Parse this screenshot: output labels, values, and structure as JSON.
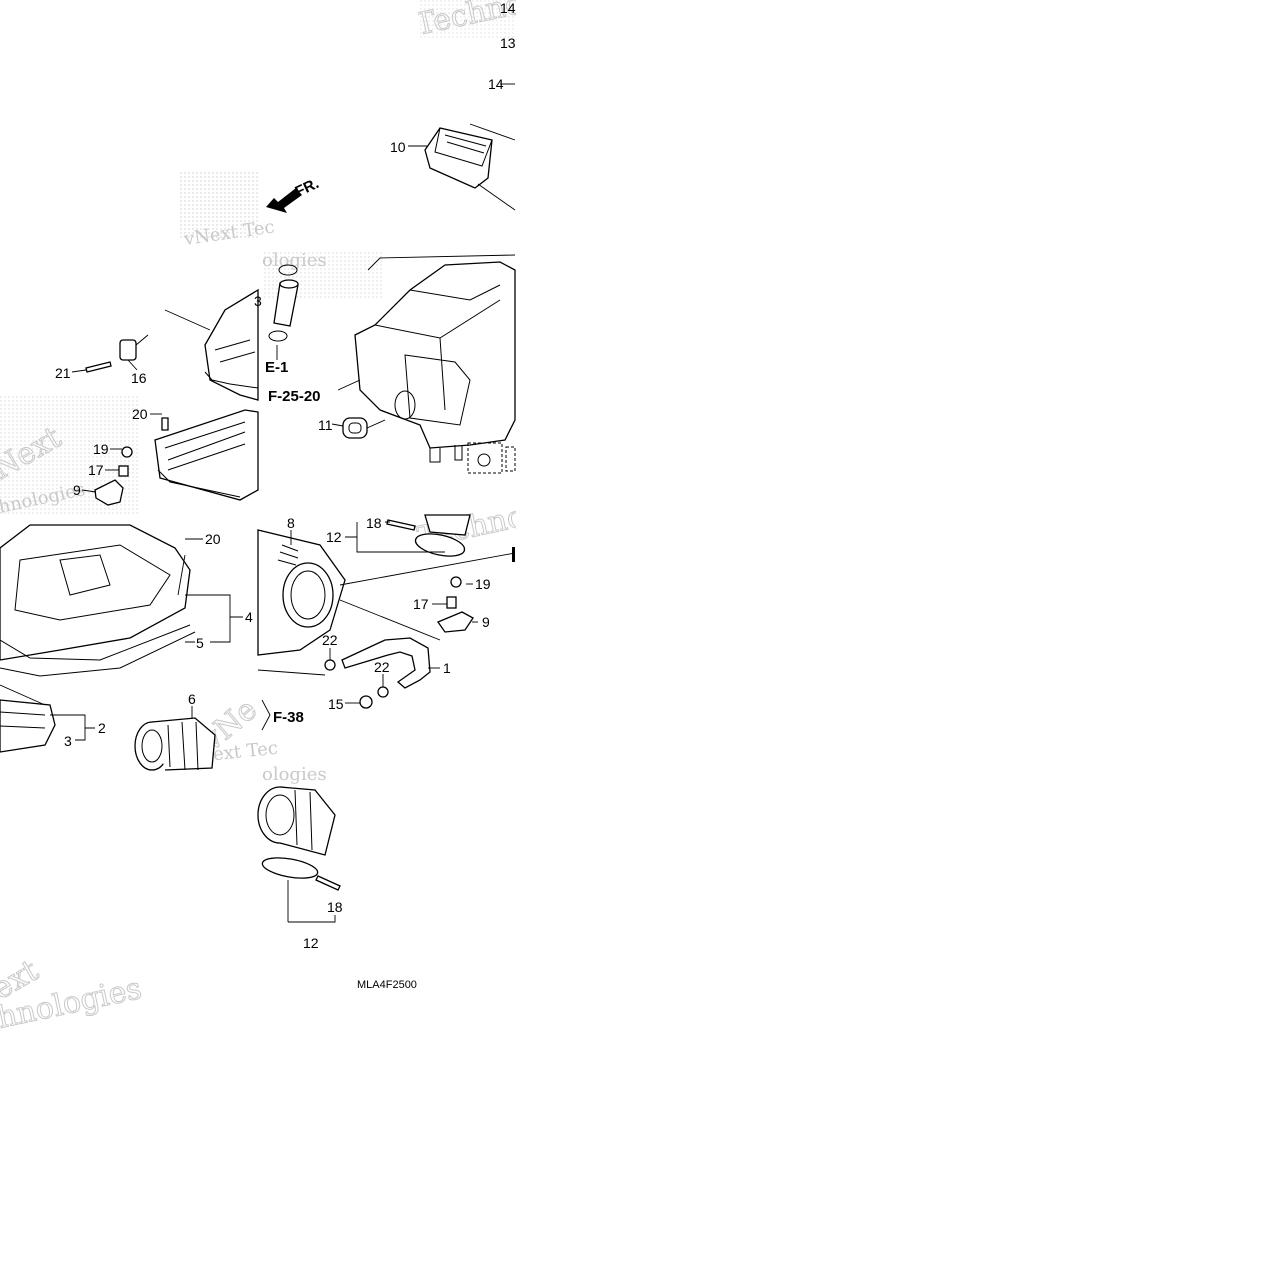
{
  "diagram": {
    "callouts": {
      "c14a": "14",
      "c13": "13",
      "c14b": "14",
      "c10": "10",
      "c3top": "3",
      "c21": "21",
      "c16": "16",
      "c20a": "20",
      "c19a": "19",
      "c17a": "17",
      "c9a": "9",
      "c11": "11",
      "c20b": "20",
      "c4": "4",
      "c5": "5",
      "c8": "8",
      "c12a": "12",
      "c18a": "18",
      "c19b": "19",
      "c17b": "17",
      "c9b": "9",
      "c22a": "22",
      "c22b": "22",
      "c1": "1",
      "c15": "15",
      "c2": "2",
      "c3": "3",
      "c6": "6",
      "c18b": "18",
      "c12b": "12"
    },
    "references": {
      "e1": "E-1",
      "f2520": "F-25-20",
      "f38": "F-38"
    },
    "front_label": "FR.",
    "diagram_code": "MLA4F2500",
    "watermarks": {
      "w1": "Technologies",
      "w2": "vNext Tec",
      "w3": "ologies",
      "w4": "Next",
      "w5": "hnologies",
      "w6": "Techno",
      "w7": "vNe",
      "w8": "Next Tec",
      "w9": "ologies",
      "w10": "ext",
      "w11": "hnologies"
    }
  }
}
